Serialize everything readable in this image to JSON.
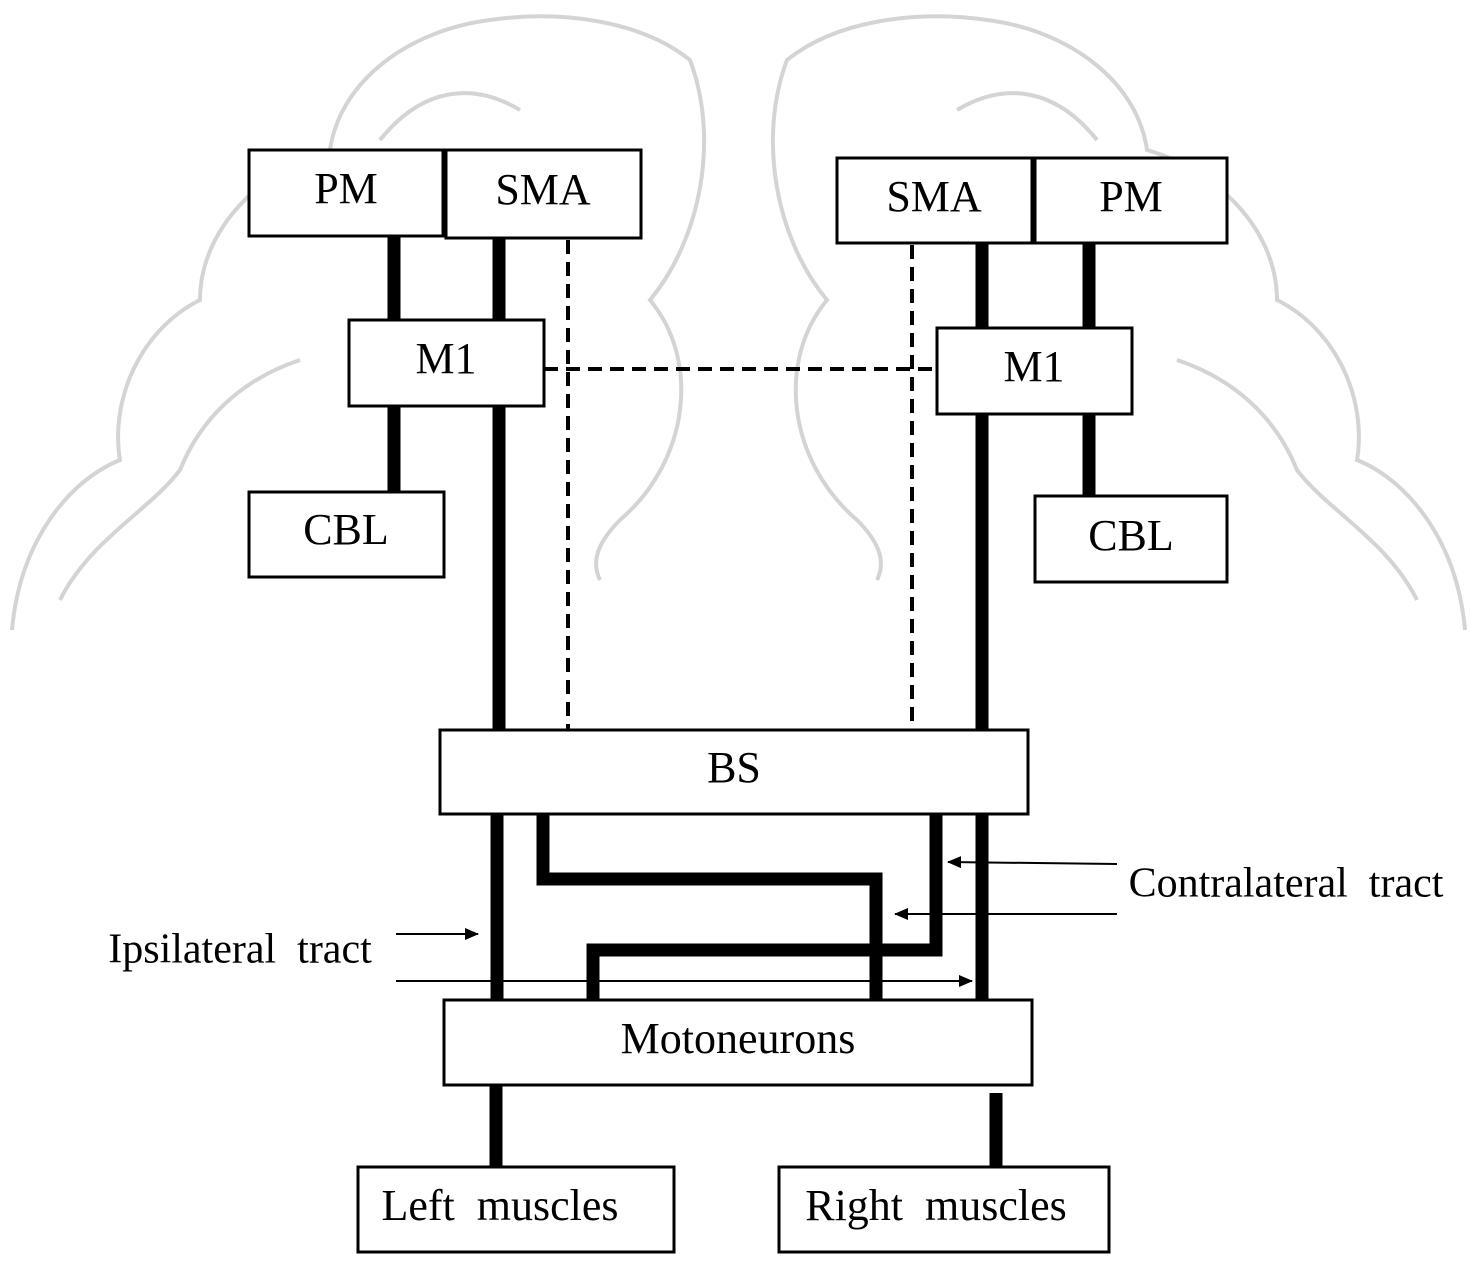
{
  "boxes": {
    "left_pm": "PM",
    "left_sma": "SMA",
    "left_m1": "M1",
    "left_cbl": "CBL",
    "right_sma": "SMA",
    "right_pm": "PM",
    "right_m1": "M1",
    "right_cbl": "CBL",
    "bs": "BS",
    "motoneurons": "Motoneurons",
    "left_muscles": "Left  muscles",
    "right_muscles": "Right  muscles"
  },
  "labels": {
    "ipsilateral": "Ipsilateral  tract",
    "contralateral": "Contralateral  tract"
  },
  "colors": {
    "line": "#000000",
    "brain_outline": "#d4d4d4"
  }
}
